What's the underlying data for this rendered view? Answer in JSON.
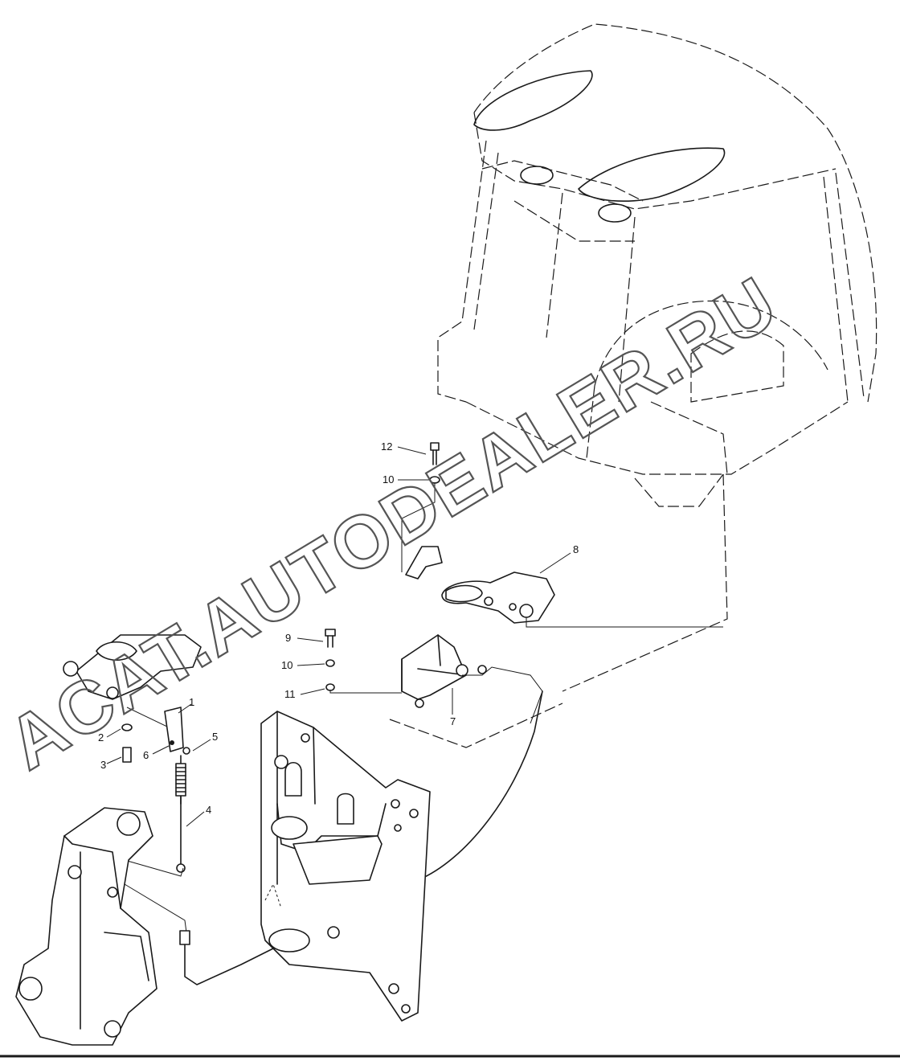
{
  "callouts": {
    "c1": "1",
    "c2": "2",
    "c3": "3",
    "c4": "4",
    "c5": "5",
    "c6": "6",
    "c7": "7",
    "c8": "8",
    "c9": "9",
    "c10a": "10",
    "c10b": "10",
    "c11": "11",
    "c12": "12"
  },
  "watermark": "ACAT.AUTODEALER.RU",
  "colors": {
    "line": "#1a1a1a",
    "background": "#ffffff",
    "watermark_outline": "#555555"
  }
}
